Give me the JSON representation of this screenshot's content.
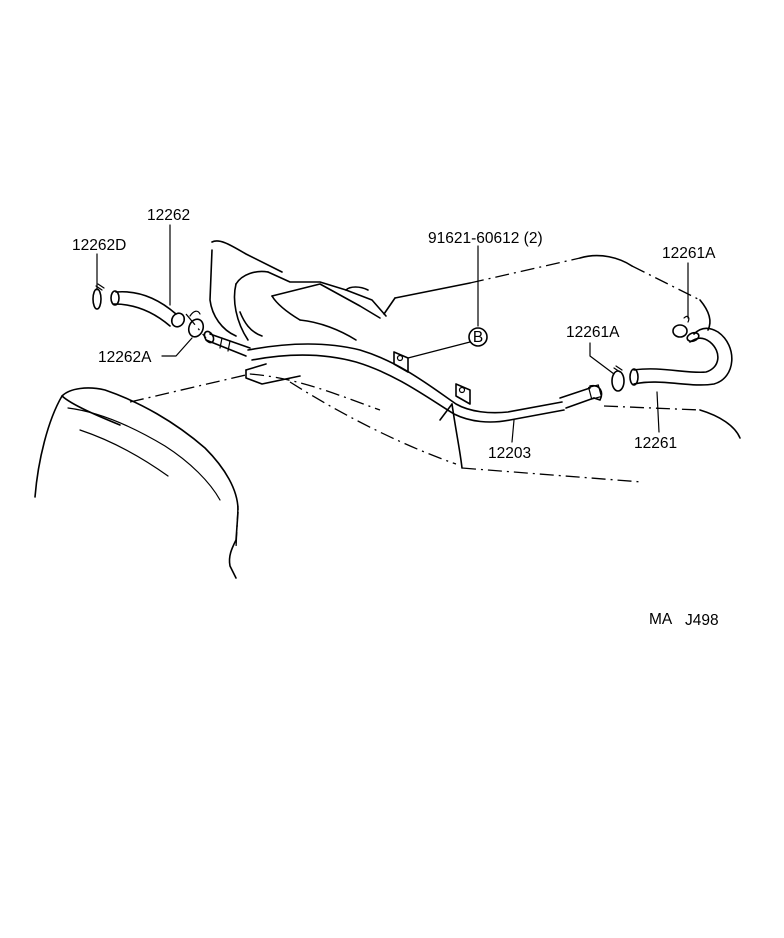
{
  "callouts": {
    "p12262D": "12262D",
    "p12262": "12262",
    "p12262A": "12262A",
    "p91621": "91621-60612 (2)",
    "p12261A_top": "12261A",
    "p12261A_mid": "12261A",
    "p12261": "12261",
    "p12203": "12203",
    "marker_b": "B"
  },
  "reference": {
    "code_left": "MA",
    "code_right": "J498"
  }
}
